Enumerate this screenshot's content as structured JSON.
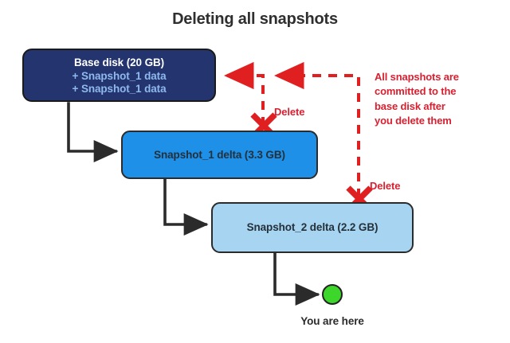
{
  "title": "Deleting all snapshots",
  "nodes": {
    "base_disk": {
      "line1": "Base disk (20 GB)",
      "line2": "+ Snapshot_1 data",
      "line3": "+ Snapshot_1 data",
      "fill": "#23346E"
    },
    "snapshot_1": {
      "label": "Snapshot_1 delta (3.3 GB)",
      "fill": "#1E90E8"
    },
    "snapshot_2": {
      "label": "Snapshot_2 delta (2.2 GB)",
      "fill": "#A7D4F0"
    }
  },
  "marks": {
    "delete_1": "Delete",
    "delete_2": "Delete",
    "x_color": "#E02020"
  },
  "annotation": {
    "line1": "All snapshots are",
    "line2": "committed to the",
    "line3": "base disk after",
    "line4": "you delete them",
    "color": "#D92030"
  },
  "endpoint": {
    "label": "You are here",
    "dot_color": "#3DD62B"
  },
  "colors": {
    "arrow": "#2b2b2b",
    "dashed": "#E02020",
    "title": "#2f2f2f"
  }
}
